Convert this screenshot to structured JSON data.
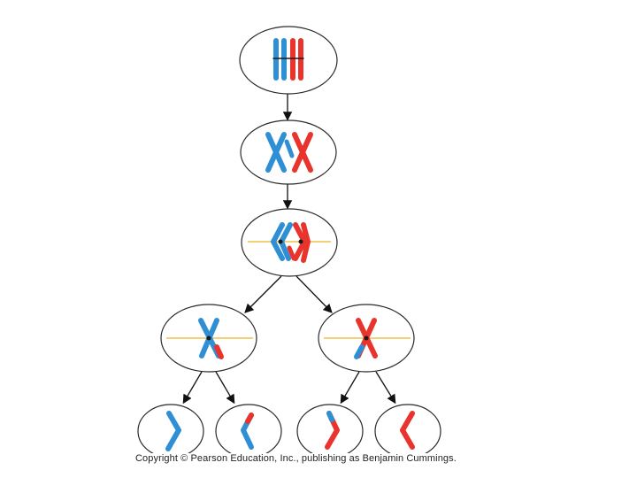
{
  "title": "",
  "footer": {
    "copyright": "Copyright © Pearson Education, Inc., publishing as Benjamin Cummings."
  },
  "colors": {
    "maternal": "#e8342c",
    "paternal": "#2f8fd4",
    "cell_outline": "#2a2a2a",
    "metaphase_plate": "#f0c24a",
    "arrow": "#111111",
    "background": "#ffffff"
  },
  "stages": [
    {
      "id": "parent-cell",
      "chromosomes": "duplicated homologous pair, unpaired"
    },
    {
      "id": "synapsis",
      "chromosomes": "homologous pair crossing over"
    },
    {
      "id": "metaphase-1",
      "chromosomes": "tetrad aligned at metaphase plate"
    },
    {
      "id": "metaphase-2-left",
      "chromosomes": "recombinant chromosome at plate"
    },
    {
      "id": "metaphase-2-right",
      "chromosomes": "recombinant chromosome at plate"
    },
    {
      "id": "daughter-1",
      "chromosomes": "single chromatid"
    },
    {
      "id": "daughter-2",
      "chromosomes": "single chromatid"
    },
    {
      "id": "daughter-3",
      "chromosomes": "single chromatid"
    },
    {
      "id": "daughter-4",
      "chromosomes": "single chromatid"
    }
  ]
}
